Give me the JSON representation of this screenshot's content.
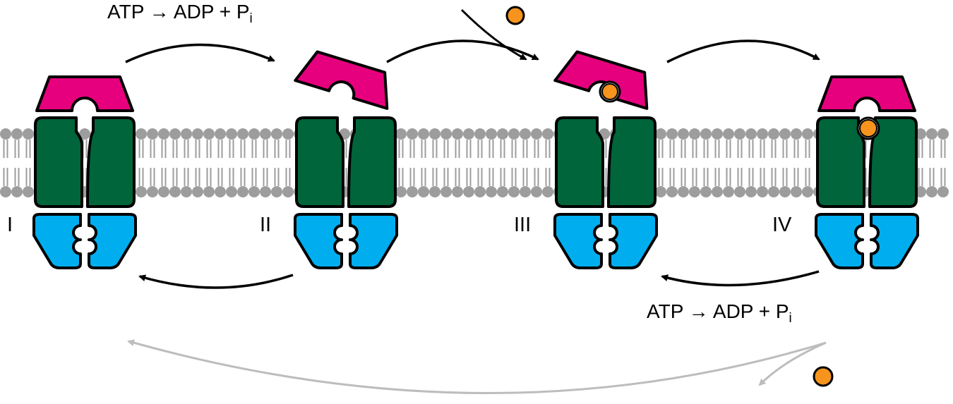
{
  "colors": {
    "lid": "#e6007e",
    "membrane_domain": "#00653a",
    "nbd": "#00aeef",
    "substrate": "#f7941d",
    "lipid": "#9d9d9d",
    "arrow_main": "#000000",
    "arrow_futile": "#bdbdbd"
  },
  "states": [
    {
      "label": "I",
      "lid": "closed",
      "substrate": "none"
    },
    {
      "label": "II",
      "lid": "tilted",
      "substrate": "none"
    },
    {
      "label": "III",
      "lid": "tilted",
      "substrate": "bound-to-lid"
    },
    {
      "label": "IV",
      "lid": "closed",
      "substrate": "in-channel"
    }
  ],
  "reactions": {
    "top": {
      "left": "ATP",
      "right": "ADP + P",
      "sub": "i"
    },
    "bottom": {
      "left": "ATP",
      "right": "ADP + P",
      "sub": "i"
    }
  }
}
